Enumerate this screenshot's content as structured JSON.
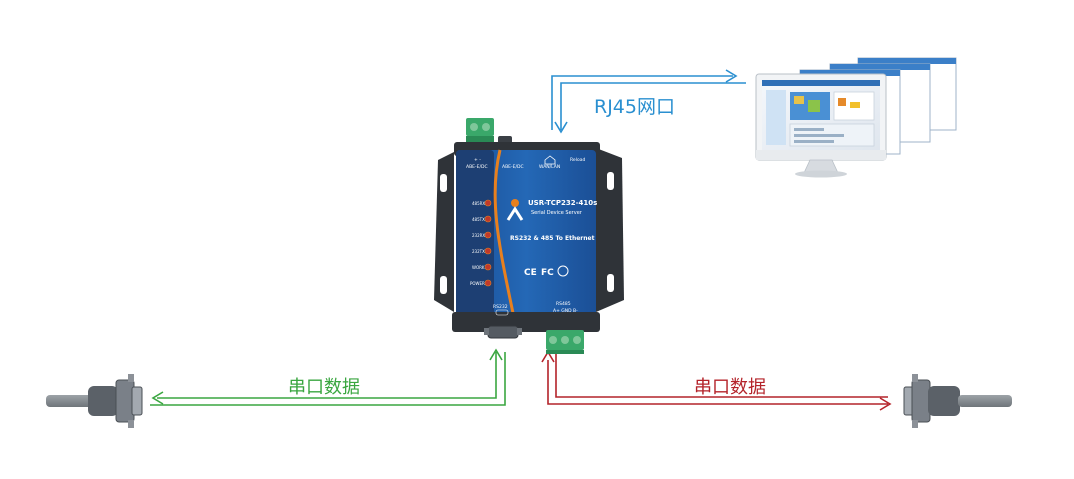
{
  "colors": {
    "ethernet": "#2a8fd0",
    "rs232": "#3aa640",
    "rs485": "#b4232a",
    "device_blue": "#2262ad",
    "device_orange": "#e8801e",
    "device_dark": "#2f3338",
    "terminal_green": "#3aa86a"
  },
  "labels": {
    "ethernet": "RJ45网口",
    "rs232_data": "串口数据",
    "rs485_data": "串口数据"
  },
  "device": {
    "model": "USR-TCP232-410s",
    "subtitle": "Serial Device Server",
    "tagline": "RS232 & 485 To Ethernet",
    "power_in_left": "+ -",
    "power_rating_left": "ABE-E/DC",
    "dc_jack_label": "ABE-E/DC",
    "eth_port_label": "WAN/LAN",
    "reload_label": "Reload",
    "leds": [
      "485RX",
      "485TX",
      "232RX",
      "232TX",
      "WORK",
      "POWER"
    ],
    "port_rs232_label": "RS232",
    "port_rs485_label": "RS485",
    "port_rs485_pins": "A+ GND B-",
    "certifications": [
      "CE",
      "FC"
    ]
  },
  "icons": {
    "brand_logo": "usr-person-logo-icon",
    "monitor": "monitor-icon",
    "db9_left": "db9-serial-plug-icon",
    "db9_right": "db9-serial-plug-icon"
  }
}
